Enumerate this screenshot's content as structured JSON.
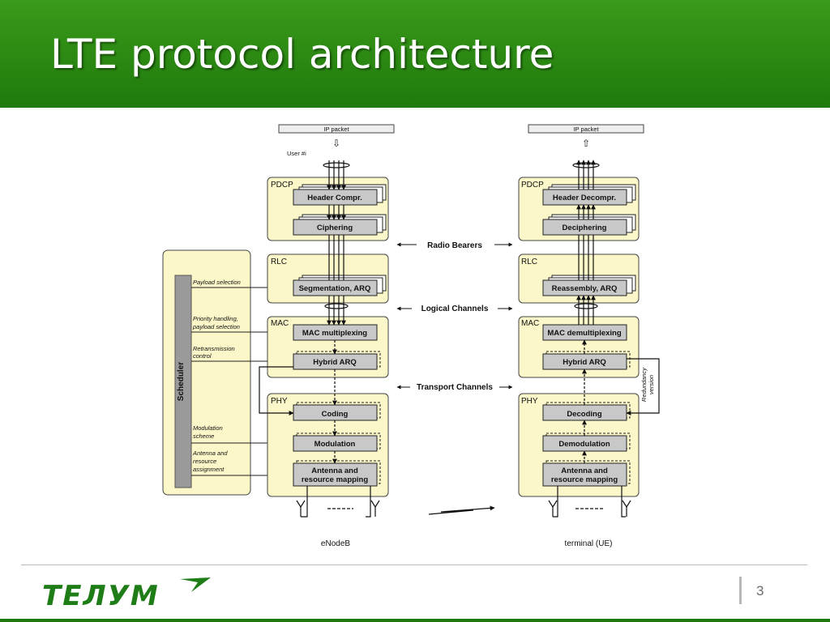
{
  "slide": {
    "title": "LTE protocol architecture",
    "page_number": "3",
    "logo_text": "ТЕЛУМ"
  },
  "diagram": {
    "left_ip": "IP packet",
    "right_ip": "IP packet",
    "user": "User #i",
    "layers": {
      "pdcp": "PDCP",
      "rlc": "RLC",
      "mac": "MAC",
      "phy": "PHY"
    },
    "enb": {
      "header_compr": "Header Compr.",
      "ciphering": "Ciphering",
      "segmentation": "Segmentation, ARQ",
      "mac_mux": "MAC multiplexing",
      "harq": "Hybrid ARQ",
      "coding": "Coding",
      "modulation": "Modulation",
      "antenna_l1": "Antenna and",
      "antenna_l2": "resource mapping",
      "label": "eNodeB"
    },
    "ue": {
      "header_decompr": "Header Decompr.",
      "deciphering": "Deciphering",
      "reassembly": "Reassembly, ARQ",
      "mac_demux": "MAC demultiplexing",
      "harq": "Hybrid ARQ",
      "decoding": "Decoding",
      "demodulation": "Demodulation",
      "antenna_l1": "Antenna and",
      "antenna_l2": "resource mapping",
      "label": "terminal (UE)",
      "redundancy_l1": "Redundancy",
      "redundancy_l2": "version"
    },
    "channels": {
      "radio_bearers": "Radio Bearers",
      "logical_channels": "Logical Channels",
      "transport_channels": "Transport Channels"
    },
    "scheduler": {
      "label": "Scheduler",
      "payload_selection": "Payload selection",
      "priority_l1": "Priority handling,",
      "priority_l2": "payload selection",
      "retrans_l1": "Retransmission",
      "retrans_l2": "control",
      "modulation_l1": "Modulation",
      "modulation_l2": "scheme",
      "antenna_l1": "Antenna and",
      "antenna_l2": "resource",
      "antenna_l3": "assignment"
    }
  }
}
